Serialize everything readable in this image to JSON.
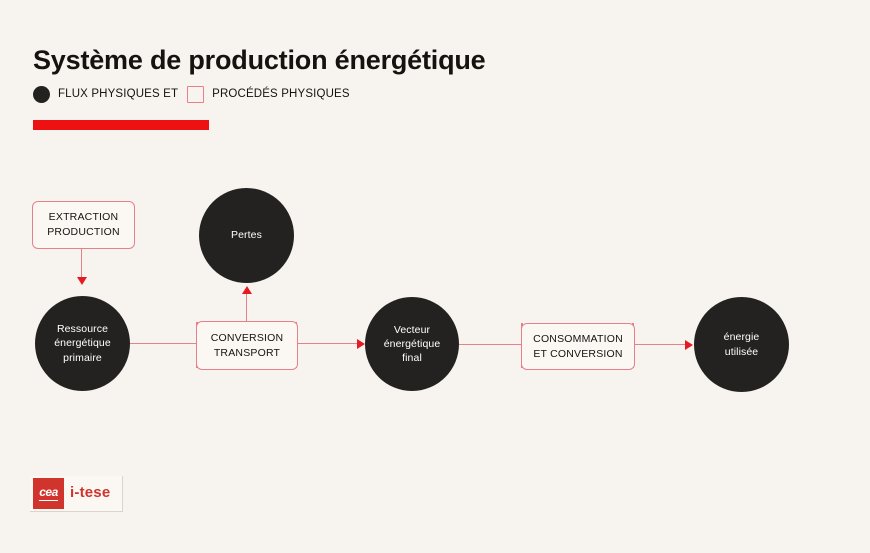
{
  "header": {
    "title": "Système de production énergétique",
    "legend": {
      "flux_marker": "flux-dot",
      "flux_label": "FLUX PHYSIQUES ET",
      "process_marker": "process-square",
      "process_label": "PROCÉDÉS PHYSIQUES"
    },
    "accent_bar_color": "#EE1111"
  },
  "theme": {
    "background": "#F7F4EF",
    "node_fill": "#232220",
    "node_text": "#FFFFFF",
    "box_border": "#E8808C",
    "box_fill": "#FBF8F4",
    "arrow_color": "#E31B23",
    "connector_color": "#E8808C",
    "title_color": "#15120F"
  },
  "diagram": {
    "nodes": [
      {
        "id": "extraction",
        "kind": "process-box",
        "label": "EXTRACTION\nPRODUCTION",
        "line1": "EXTRACTION",
        "line2": "PRODUCTION"
      },
      {
        "id": "ressource",
        "kind": "flux-circle",
        "line1": "Ressource",
        "line2": "énergétique",
        "line3": "primaire"
      },
      {
        "id": "pertes",
        "kind": "flux-circle",
        "line1": "Pertes"
      },
      {
        "id": "conversion",
        "kind": "process-box",
        "line1": "CONVERSION",
        "line2": "TRANSPORT"
      },
      {
        "id": "vecteur",
        "kind": "flux-circle",
        "line1": "Vecteur",
        "line2": "énergétique",
        "line3": "final"
      },
      {
        "id": "consommation",
        "kind": "process-box",
        "line1": "CONSOMMATION",
        "line2": "ET CONVERSION"
      },
      {
        "id": "energie",
        "kind": "flux-circle",
        "line1": "énergie",
        "line2": "utilisée"
      }
    ],
    "edges": [
      {
        "from": "extraction",
        "to": "ressource",
        "direction": "down",
        "arrowhead": true
      },
      {
        "from": "ressource",
        "to": "conversion",
        "direction": "right",
        "arrowhead": false
      },
      {
        "from": "conversion",
        "to": "pertes",
        "direction": "up",
        "arrowhead": true
      },
      {
        "from": "conversion",
        "to": "vecteur",
        "direction": "right",
        "arrowhead": true
      },
      {
        "from": "vecteur",
        "to": "consommation",
        "direction": "right",
        "arrowhead": false
      },
      {
        "from": "consommation",
        "to": "energie",
        "direction": "right",
        "arrowhead": true
      }
    ]
  },
  "footer": {
    "logo_cea": "cea",
    "logo_itese": "i-tese"
  }
}
